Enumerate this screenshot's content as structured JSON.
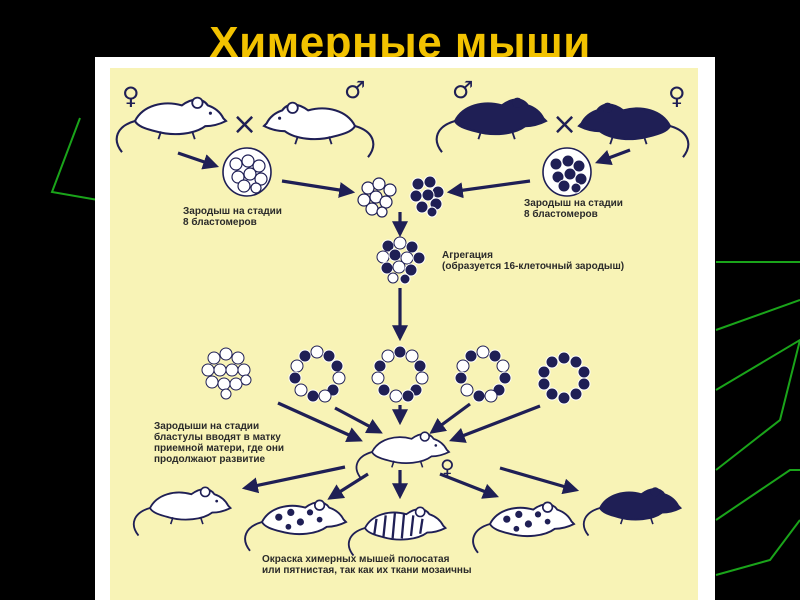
{
  "slide": {
    "title": "Химерные мыши",
    "colors": {
      "background": "#000000",
      "title": "#f2c200",
      "paper": "#f8f3b6",
      "ink": "#1f1f55",
      "line_green": "#1aa41a"
    }
  },
  "symbols": {
    "female": "♀",
    "male": "♂",
    "cross": "×"
  },
  "labels": {
    "left_embryo": [
      "Зародыш на стадии",
      "8 бластомеров"
    ],
    "right_embryo": [
      "Зародыш на стадии",
      "8 бластомеров"
    ],
    "aggregation": [
      "Агрегация",
      "(образуется 16-клеточный зародыш)"
    ],
    "blastula": [
      "Зародыши на стадии",
      "бластулы вводят в матку",
      "приемной матери, где они",
      "продолжают развитие"
    ],
    "coloring": [
      "Окраска химерных мышей полосатая",
      "или пятнистая, так как их ткани мозаичны"
    ]
  },
  "icons": [
    "female-symbol-icon",
    "male-symbol-icon",
    "cross-icon",
    "mouse-icon",
    "embryo-icon",
    "arrow-icon"
  ]
}
